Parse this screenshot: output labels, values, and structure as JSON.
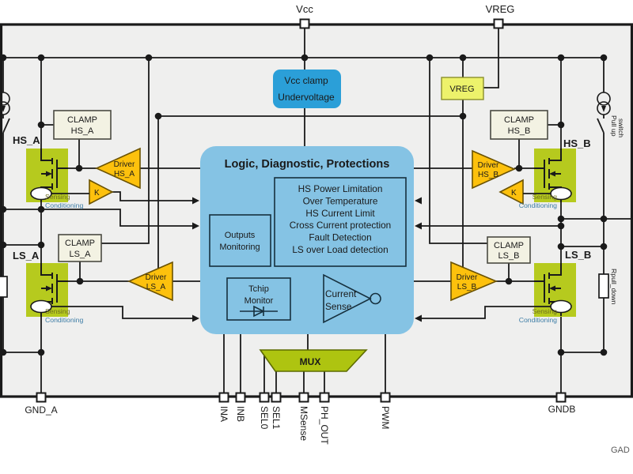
{
  "colors": {
    "wire": "#1a1a1a",
    "ic_fill": "#efefee",
    "logic_blue": "#85c3e4",
    "clamp_blue": "#2b9fd8",
    "vreg_yellow": "#edf26b",
    "clamp_box": "#f3f2e3",
    "driver_yellow": "#fdc10d",
    "mosfet_green": "#b6ca1e",
    "mux_green": "#aec410",
    "sensing_text": "#6f6f1f",
    "conditioning_text": "#3e7da6"
  },
  "pins": {
    "top": {
      "vcc": "Vcc",
      "vreg": "VREG"
    },
    "bottom": {
      "gnd_a": "GND_A",
      "ina": "INA",
      "inb": "INB",
      "sel0": "SEL0",
      "sel1": "SEL1",
      "msense": "MSense",
      "ph_out": "PH_OUT",
      "pwm": "PWM",
      "gndb": "GNDB"
    }
  },
  "blocks": {
    "vcc_clamp": [
      "Vcc clamp",
      "Undervoltage"
    ],
    "vreg": "VREG",
    "clamp_hs_a": [
      "CLAMP",
      "HS_A"
    ],
    "clamp_hs_b": [
      "CLAMP",
      "HS_B"
    ],
    "clamp_ls_a": [
      "CLAMP",
      "LS_A"
    ],
    "clamp_ls_b": [
      "CLAMP",
      "LS_B"
    ],
    "driver_hs_a": [
      "Driver",
      "HS_A"
    ],
    "driver_hs_b": [
      "Driver",
      "HS_B"
    ],
    "driver_ls_a": [
      "Driver",
      "LS_A"
    ],
    "driver_ls_b": [
      "Driver",
      "LS_B"
    ],
    "k_gain": "K",
    "mux": "MUX"
  },
  "mosfets": {
    "hs_a": "HS_A",
    "hs_b": "HS_B",
    "ls_a": "LS_A",
    "ls_b": "LS_B",
    "sensing": [
      "Sensing",
      "Conditioning"
    ]
  },
  "logic": {
    "title": "Logic, Diagnostic, Protections",
    "outputs_monitoring": [
      "Outputs",
      "Monitoring"
    ],
    "protections": [
      "HS Power Limitation",
      "Over Temperature",
      "HS Current Limit",
      "Cross Current protection",
      "Fault Detection",
      "LS over Load detection"
    ],
    "tchip": [
      "Tchip",
      "Monitor"
    ],
    "current_sense": [
      "Current",
      "Sense"
    ]
  },
  "right_rail": {
    "pull_up_switch": [
      "Pull up",
      "switch"
    ],
    "rpull_down": "Rpull_down"
  },
  "footer": {
    "figure_code": "GAD"
  }
}
